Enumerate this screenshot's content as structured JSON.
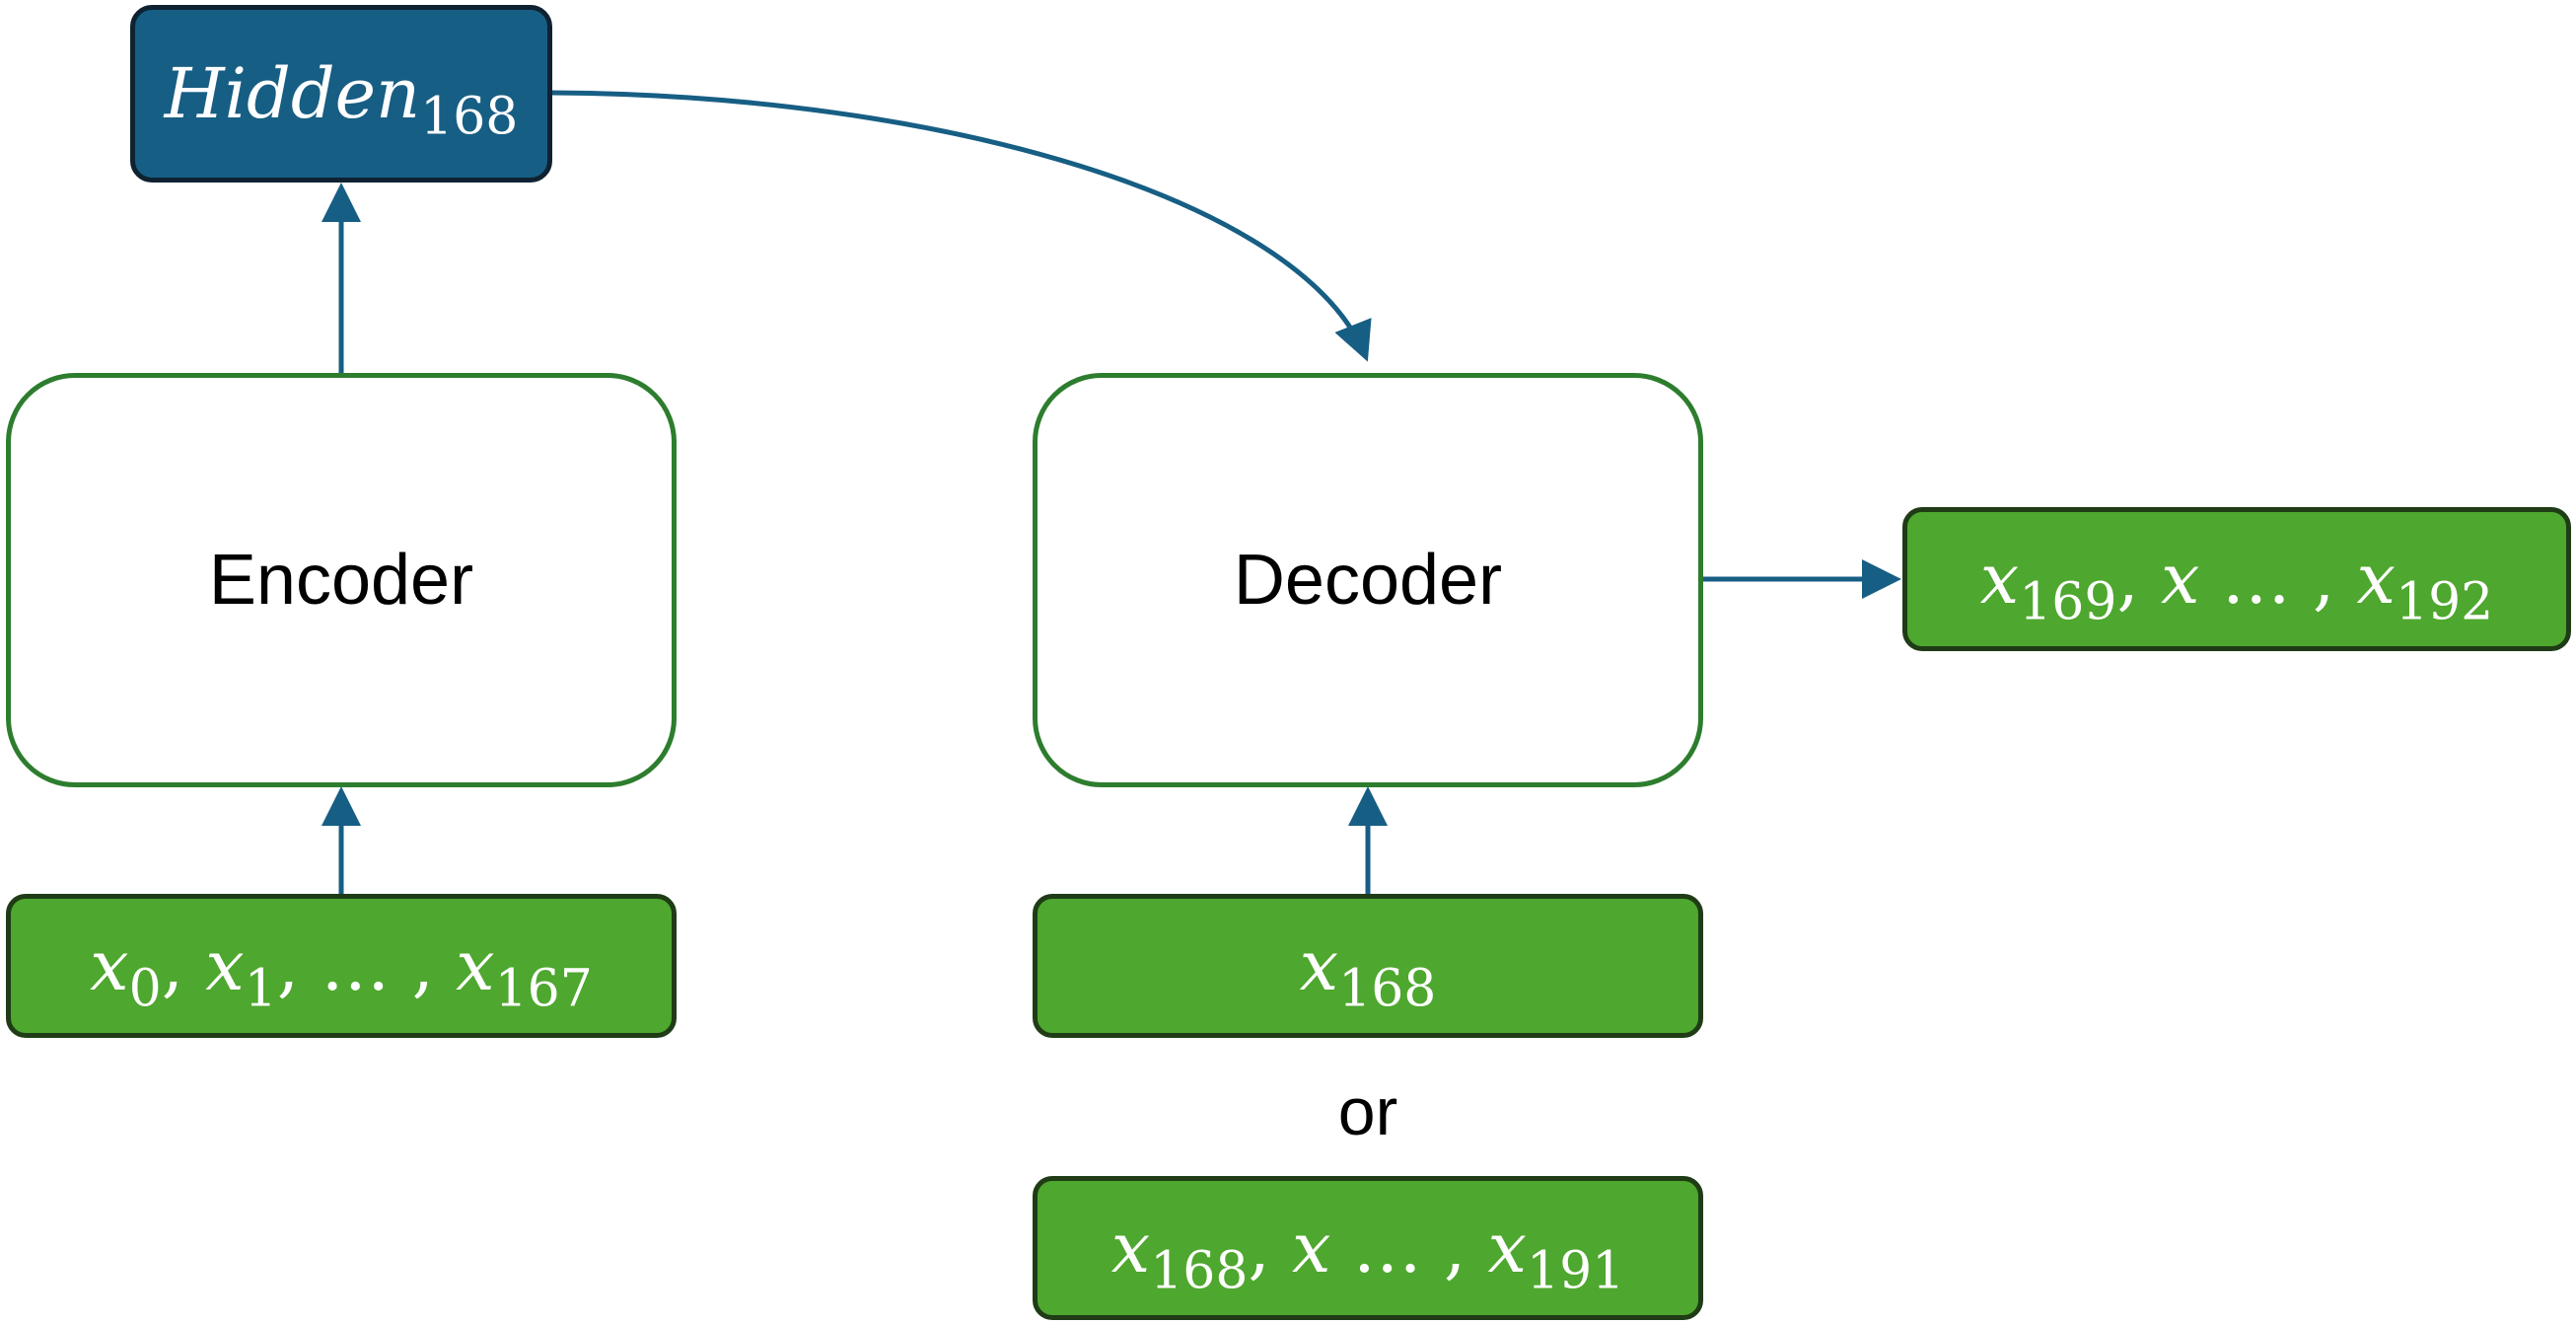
{
  "colors": {
    "arrow": "#175e84",
    "hidden_fill": "#175e84",
    "hidden_border": "#0e2231",
    "block_border": "#2d7d2e",
    "seq_fill": "#4ea72e",
    "seq_border": "#1f3c16"
  },
  "hidden": {
    "base": "Hidden",
    "sub": "168"
  },
  "encoder": {
    "label": "Encoder"
  },
  "decoder": {
    "label": "Decoder"
  },
  "encoder_input": {
    "x0": "x",
    "x0_sub": "0",
    "sep1": ", ",
    "x1": "x",
    "x1_sub": "1",
    "sep2": ", … , ",
    "x2": "x",
    "x2_sub": "167"
  },
  "decoder_input_single": {
    "x": "x",
    "x_sub": "168"
  },
  "or_label": "or",
  "decoder_input_seq": {
    "x0": "x",
    "x0_sub": "168",
    "sep1": ", ",
    "x1": "x",
    "sep2": " … , ",
    "x2": "x",
    "x2_sub": "191"
  },
  "decoder_output": {
    "x0": "x",
    "x0_sub": "169",
    "sep1": ", ",
    "x1": "x",
    "sep2": " … , ",
    "x2": "x",
    "x2_sub": "192"
  }
}
